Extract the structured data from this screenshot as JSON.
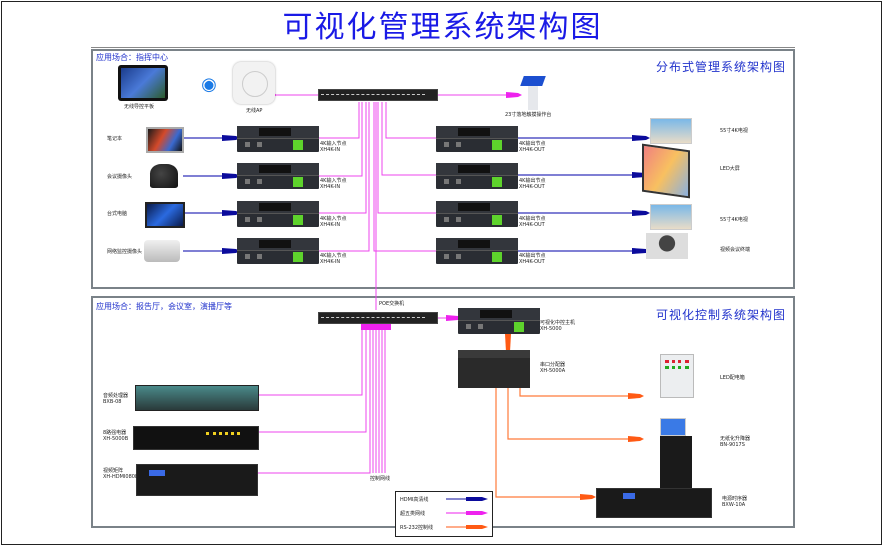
{
  "title": "可视化管理系统架构图",
  "top_panel": {
    "scene": "应用场合：指挥中心",
    "system_title": "分布式管理系统架构图",
    "devices": {
      "touch_panel": "无线导控平板",
      "wireless_ap": "无线AP",
      "kiosk": "23寸落地触摸操作台"
    },
    "sources": [
      {
        "label": "笔记本"
      },
      {
        "label": "会议摄像头"
      },
      {
        "label": "台式电脑"
      },
      {
        "label": "网络监控摄像头"
      }
    ],
    "input_nodes": [
      {
        "line1": "4K输入节点",
        "line2": "XH4K-IN"
      },
      {
        "line1": "4K输入节点",
        "line2": "XH4K-IN"
      },
      {
        "line1": "4K输入节点",
        "line2": "XH4K-IN"
      },
      {
        "line1": "4K输入节点",
        "line2": "XH4K-IN"
      }
    ],
    "output_nodes": [
      {
        "line1": "4K输出节点",
        "line2": "XH4K-OUT"
      },
      {
        "line1": "4K输出节点",
        "line2": "XH4K-OUT"
      },
      {
        "line1": "4K输出节点",
        "line2": "XH4K-OUT"
      },
      {
        "line1": "4K输出节点",
        "line2": "XH4K-OUT"
      }
    ],
    "displays": [
      {
        "label": "55寸4K电视"
      },
      {
        "label": "LED大屏"
      },
      {
        "label": "55寸4K电视"
      },
      {
        "label": "视频会议终端"
      }
    ]
  },
  "bottom_panel": {
    "scene": "应用场合：报告厅，会议室，演播厅等",
    "system_title": "可视化控制系统架构图",
    "poe_switch": "POE交换机",
    "control_host": {
      "line1": "可视化中控主机",
      "line2": "XH-5000"
    },
    "serial_splitter": {
      "line1": "串口分配器",
      "line2": "XH-5000A"
    },
    "audio_processor": {
      "line1": "音频处理器",
      "line2": "BXB-08"
    },
    "relay": {
      "line1": "8路强电器",
      "line2": "XH-5000B"
    },
    "matrix": {
      "line1": "视频矩阵",
      "line2": "XH-HDMI0808"
    },
    "led_cabinet": "LED配电箱",
    "lift": {
      "line1": "无纸化升降器",
      "line2": "BN-9017S"
    },
    "sequencer": {
      "line1": "电源时序器",
      "line2": "BXW-10A"
    },
    "control_net": "控制网线"
  },
  "legend": {
    "items": [
      {
        "label": "HDMI高清线",
        "color": "#0b0b9c"
      },
      {
        "label": "超五类网线",
        "color": "#ee22ee"
      },
      {
        "label": "RS-232控制线",
        "color": "#ff5a14"
      }
    ]
  }
}
